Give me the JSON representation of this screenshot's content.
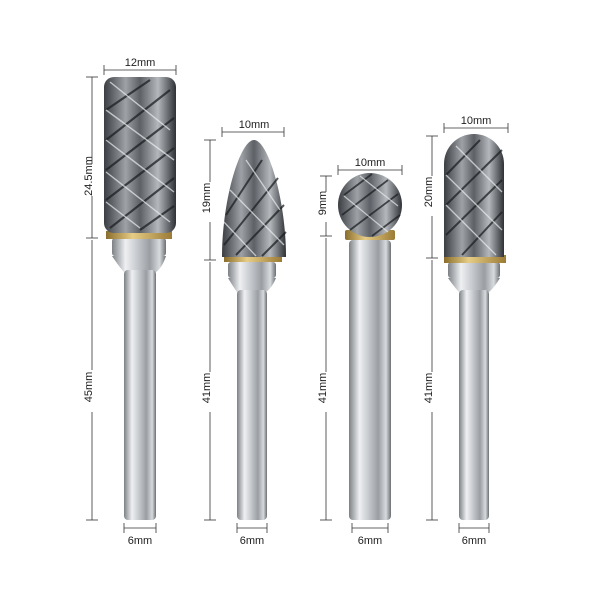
{
  "colors": {
    "background": "#ffffff",
    "steel_light": "#e4e6e8",
    "steel_dark": "#6b6f73",
    "carbide_dark": "#2e3135",
    "brass": "#c9a85a",
    "dimension_line": "#333333"
  },
  "burrs": [
    {
      "shape": "cylinder",
      "head_width_label": "12mm",
      "head_length_label": "24.5mm",
      "shank_length_label": "45mm",
      "shank_diameter_label": "6mm"
    },
    {
      "shape": "tree-pointed",
      "head_width_label": "10mm",
      "head_length_label": "19mm",
      "shank_length_label": "41mm",
      "shank_diameter_label": "6mm"
    },
    {
      "shape": "ball",
      "head_width_label": "10mm",
      "head_length_label": "9mm",
      "shank_length_label": "41mm",
      "shank_diameter_label": "6mm"
    },
    {
      "shape": "cylinder-ball-nose",
      "head_width_label": "10mm",
      "head_length_label": "20mm",
      "shank_length_label": "41mm",
      "shank_diameter_label": "6mm"
    }
  ]
}
